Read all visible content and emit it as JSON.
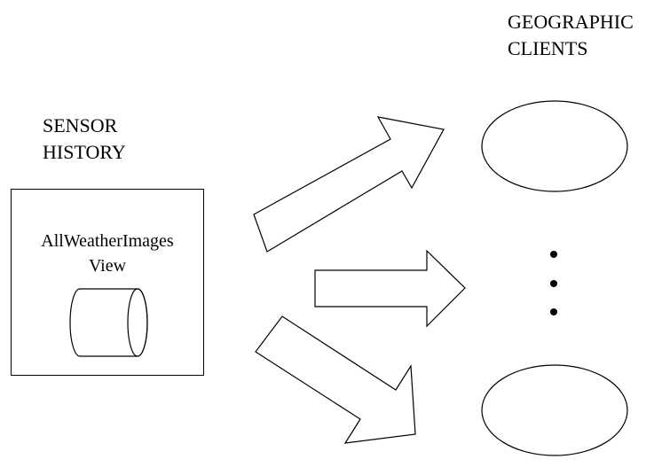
{
  "sensor_history": {
    "title_lines": [
      "SENSOR",
      "HISTORY"
    ],
    "view": {
      "caption_lines": [
        "AllWeatherImages",
        "View"
      ],
      "icon": "database-cylinder-icon"
    }
  },
  "geographic_clients": {
    "title_lines": [
      "GEOGRAPHIC",
      "CLIENTS"
    ],
    "client_icon": "client-ellipse-icon",
    "continuation_icon": "vertical-ellipsis-icon"
  },
  "connection_icon": "block-arrow-icon"
}
